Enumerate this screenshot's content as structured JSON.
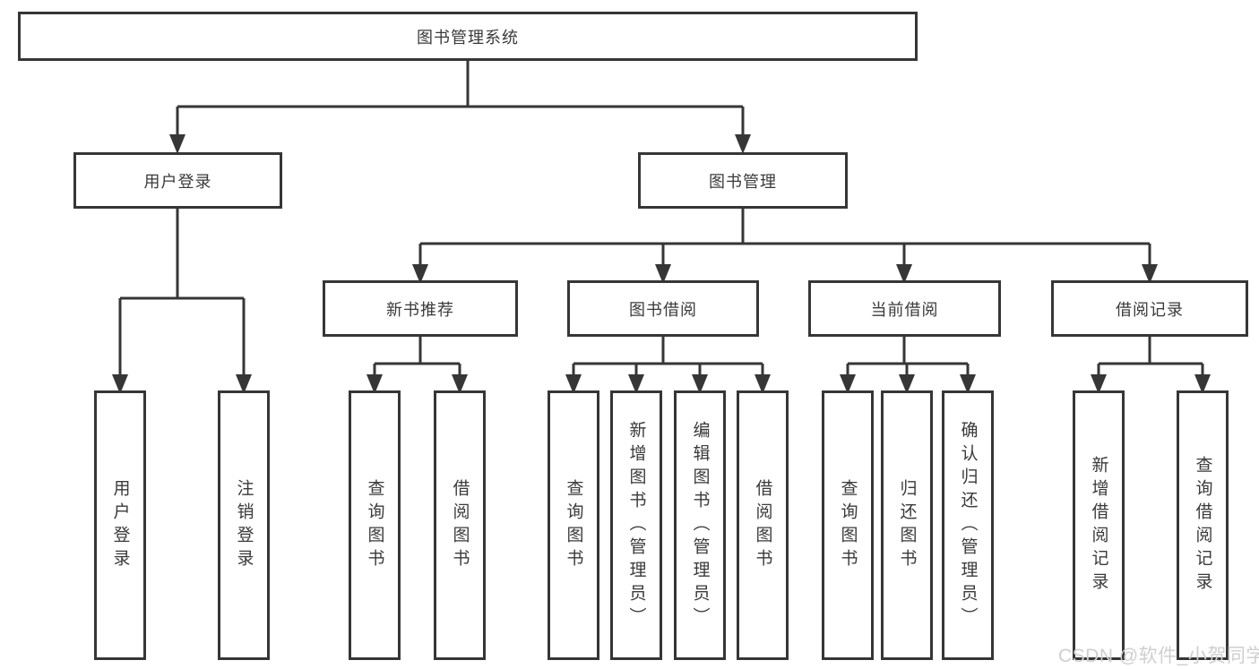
{
  "tree": {
    "root": {
      "label": "图书管理系统"
    },
    "branches": [
      {
        "label": "用户登录",
        "children": [
          {
            "label": "用户登录"
          },
          {
            "label": "注销登录"
          }
        ]
      },
      {
        "label": "图书管理",
        "children": [
          {
            "label": "新书推荐",
            "children": [
              {
                "label": "查询图书"
              },
              {
                "label": "借阅图书"
              }
            ]
          },
          {
            "label": "图书借阅",
            "children": [
              {
                "label": "查询图书"
              },
              {
                "label": "新增图书（管理员）"
              },
              {
                "label": "编辑图书（管理员）"
              },
              {
                "label": "借阅图书"
              }
            ]
          },
          {
            "label": "当前借阅",
            "children": [
              {
                "label": "查询图书"
              },
              {
                "label": "归还图书"
              },
              {
                "label": "确认归还（管理员）"
              }
            ]
          },
          {
            "label": "借阅记录",
            "children": [
              {
                "label": "新增借阅记录"
              },
              {
                "label": "查询借阅记录"
              }
            ]
          }
        ]
      }
    ]
  },
  "watermark": {
    "text": "CSDN @软件_小贺同学"
  },
  "colors": {
    "line": "#363636",
    "text": "#3a3a3a",
    "watermark": "#cfcfcf",
    "background": "#ffffff"
  }
}
